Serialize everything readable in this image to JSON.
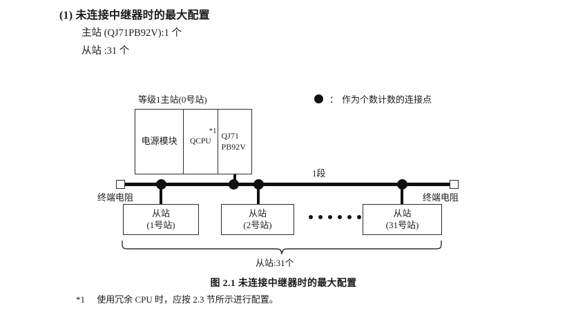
{
  "heading": {
    "number": "(1)",
    "title": "未连接中继器时的最大配置",
    "full": "(1) 未连接中继器时的最大配置"
  },
  "specs": [
    {
      "label": "主站 (QJ71PB92V):1 个"
    },
    {
      "label": "从站 :31 个"
    }
  ],
  "figure": {
    "master_label": "等级1主站(0号站)",
    "legend": {
      "symbol": "filled-circle",
      "colon": "：",
      "text": "作为个数计数的连接点"
    },
    "rack": {
      "cells": [
        {
          "name": "power-supply",
          "label": "电源模块"
        },
        {
          "name": "cpu",
          "label": "QCPU",
          "footnote_mark": "*1"
        },
        {
          "name": "network",
          "label_line1": "QJ71",
          "label_line2": "PB92V"
        }
      ]
    },
    "bus": {
      "segment_label": "1段",
      "terminator_left": "终端电阻",
      "terminator_right": "终端电阻",
      "node_count": 4
    },
    "slaves": [
      {
        "title": "从站",
        "station": "(1号站)"
      },
      {
        "title": "从站",
        "station": "(2号站)"
      },
      {
        "title": "从站",
        "station": "(31号站)"
      }
    ],
    "ellipsis_dots": 6,
    "brace_label": "从站:31个"
  },
  "caption": "图 2.1  未连接中继器时的最大配置",
  "footnote": {
    "mark": "*1",
    "text": "使用冗余 CPU 时，应按 2.3 节所示进行配置。"
  }
}
